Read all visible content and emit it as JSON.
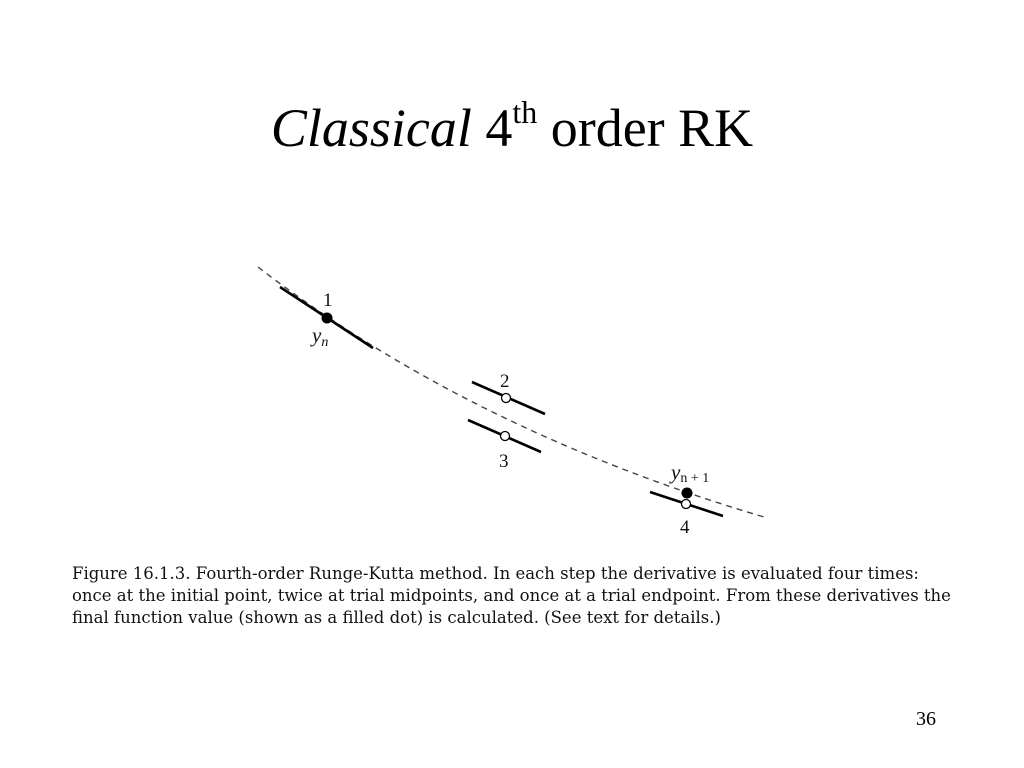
{
  "slide": {
    "title": {
      "italic": "Classical",
      "number": "4",
      "superscript": "th",
      "rest": "order RK"
    },
    "page_number": "36"
  },
  "figure": {
    "labels": {
      "point_1": "1",
      "point_2": "2",
      "point_3": "3",
      "point_4": "4",
      "yn_base": "y",
      "yn_sub": "n",
      "yn1_base": "y",
      "yn1_sub": "n + 1"
    },
    "caption_lines": [
      "Figure 16.1.3.    Fourth-order Runge-Kutta method.  In each step the derivative is evaluated four times:",
      "once at the initial point, twice at trial midpoints, and once at a trial endpoint.  From these derivatives the",
      "final function value (shown as a filled dot) is calculated.  (See text for details.)"
    ]
  }
}
